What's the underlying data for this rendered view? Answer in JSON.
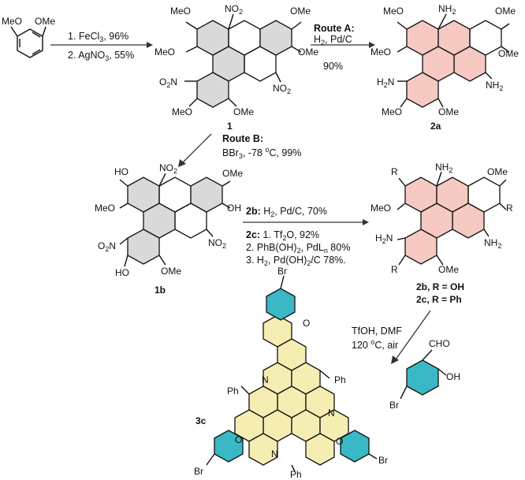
{
  "colors": {
    "pink_ring": "#f6c9c3",
    "yellow_ring": "#f6edb2",
    "teal_ring": "#3ab8c6",
    "bond": "#111111"
  },
  "start": {
    "sub1": "MeO",
    "sub2": "OMe"
  },
  "step1": {
    "line1": "1. FeCl",
    "sub1": "3",
    "tail1": ", 96%",
    "line2": "2. AgNO",
    "sub2": "3",
    "tail2": ", 55%"
  },
  "cmpd1": {
    "id": "1",
    "s_meo_tl": "MeO",
    "s_no2_t": "NO",
    "s_no2_t_sub": "2",
    "s_ome_tr": "OMe",
    "s_meo_l": "MeO",
    "s_ome_r": "OMe",
    "s_o2n_l": "O",
    "s_o2n_l_sub": "2",
    "s_o2n_l_tail": "N",
    "s_no2_r": "NO",
    "s_no2_r_sub": "2",
    "s_meo_bl": "MeO",
    "s_ome_br": "OMe"
  },
  "routeA": {
    "title": "Route A:",
    "reagent": "H",
    "reagent_sub": "2",
    "reagent_tail": ", Pd/C",
    "yield": "90%"
  },
  "cmpd2a": {
    "id": "2a",
    "s1": "MeO",
    "s2": "NH",
    "s2_sub": "2",
    "s3": "OMe",
    "s4": "MeO",
    "s5": "OMe",
    "s6": "NH",
    "s6_sub": "2",
    "s7": "H",
    "s7_sub": "2",
    "s7_tail": "N",
    "s8": "MeO",
    "s9": "OMe"
  },
  "routeB": {
    "title": "Route B:",
    "reagent": "BBr",
    "reagent_sub": "3",
    "reagent_tail": ", -78 ",
    "deg": "o",
    "reagent_tail2": "C, 99%"
  },
  "cmpd1b": {
    "id": "1b",
    "s1": "HO",
    "s2": "NO",
    "s2_sub": "2",
    "s3": "OMe",
    "s4": "MeO",
    "s5": "OH",
    "s6": "NO",
    "s6_sub": "2",
    "s7": "O",
    "s7_sub": "2",
    "s7_tail": "N",
    "s8": "HO",
    "s9": "OMe"
  },
  "step2": {
    "b_label": "2b:",
    "b_text": " H",
    "b_sub": "2",
    "b_tail": ", Pd/C, 70%",
    "c_label": "2c:",
    "c1": " 1. Tf",
    "c1_sub": "2",
    "c1_tail": "O, 92%",
    "c2": "2. PhB(OH)",
    "c2_sub": "2",
    "c2_mid": ", PdL",
    "c2_sub2": "n",
    "c2_tail": " 80%",
    "c3": "3. H",
    "c3_sub": "2",
    "c3_mid": ", Pd(OH)",
    "c3_sub2": "2",
    "c3_tail": "/C 78%."
  },
  "cmpd2bc": {
    "s1": "R",
    "s2": "NH",
    "s2_sub": "2",
    "s3": "OMe",
    "s4": "MeO",
    "s5": "R",
    "s6": "NH",
    "s6_sub": "2",
    "s7": "H",
    "s7_sub": "2",
    "s7_tail": "N",
    "s8": "R",
    "s9": "OMe",
    "id_b": "2b, R = OH",
    "id_c": "2c, R = Ph"
  },
  "step3": {
    "line1": "TfOH, DMF",
    "line2a": "120 ",
    "deg": "o",
    "line2b": "C, air"
  },
  "aldehyde": {
    "cho": "CHO",
    "oh": "OH",
    "br": "Br"
  },
  "cmpd3c": {
    "id": "3c",
    "br_top": "Br",
    "br_left": "Br",
    "br_right": "Br",
    "ph1": "Ph",
    "ph2": "Ph",
    "ph3": "Ph",
    "n1": "N",
    "n2": "N",
    "n3": "N",
    "o1": "O",
    "o2": "O",
    "o3": "O"
  }
}
